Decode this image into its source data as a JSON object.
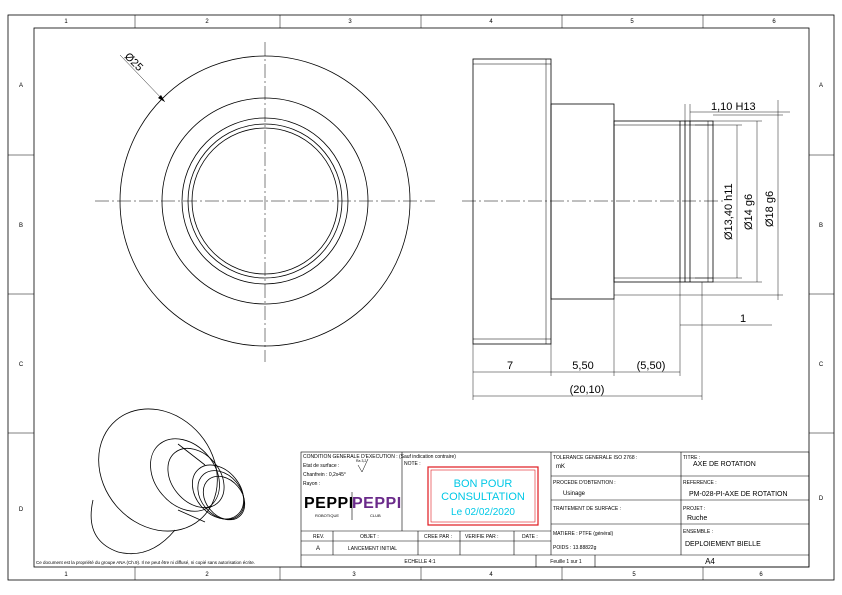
{
  "frame": {
    "columns": [
      "1",
      "2",
      "3",
      "4",
      "5",
      "6"
    ],
    "rows": [
      "A",
      "B",
      "C",
      "D"
    ]
  },
  "dimensions": {
    "outer_diameter": "Ø25",
    "groove_width": "1,10 H13",
    "groove_diameter": "Ø13,40 h11",
    "shaft_diameter": "Ø14 g6",
    "collar_diameter": "Ø18 g6",
    "groove_offset": "1",
    "length_a": "7",
    "length_b": "5,50",
    "length_c": "(5,50)",
    "total_length": "(20,10)"
  },
  "stamp": {
    "line1": "BON POUR",
    "line2": "CONSULTATION",
    "date": "Le 02/02/2020",
    "color": "#00c8e6",
    "border_color": "#e0191e"
  },
  "titleblock": {
    "execution": "CONDITION GENERALE D'EXECUTION : (Sauf indication contraire)",
    "surface": "Etat de surface :",
    "surface_sym": "Ra 3,2",
    "chamfer": "Chanfrein : 0,2x45°",
    "radius": "Rayon :",
    "note": "NOTE :",
    "logo1": "PEPPI",
    "logo1_sub": "ROBOTIQUE",
    "logo2": "PEPPI",
    "logo2_sub": "CLUB",
    "logo2_color": "#6a2a8a",
    "tolerance_label": "TOLERANCE GENERALE ISO 2768 :",
    "tolerance_value": "mK",
    "process_label": "PROCEDE D'OBTENTION :",
    "process_value": "Usinage",
    "treatment_label": "TRAITEMENT DE SURFACE :",
    "material": "MATIERE : PTFE (général)",
    "weight": "POIDS : 13.88822g",
    "title_label": "TITRE :",
    "title_value": "AXE DE ROTATION",
    "ref_label": "REFERENCE :",
    "ref_value": "PM-028-PI-AXE DE ROTATION",
    "project_label": "PROJET :",
    "project_value": "Ruche",
    "assembly_label": "ENSEMBLE :",
    "assembly_value": "DEPLOIEMENT BIELLE",
    "rev_header": "REV.",
    "object_header": "OBJET :",
    "created_header": "CREE PAR :",
    "verified_header": "VERIFIE PAR :",
    "date_header": "DATE :",
    "rev_value": "A",
    "object_value": "LANCEMENT INITIAL",
    "scale": "ECHELLE 4:1",
    "sheet": "Feuille 1 sur 1",
    "format": "A4"
  },
  "footer_notice": "Ce document est la propriété du groupe ANA (Ch.9). Il ne peut être ni diffusé, ni copié sans autorisation écrite."
}
